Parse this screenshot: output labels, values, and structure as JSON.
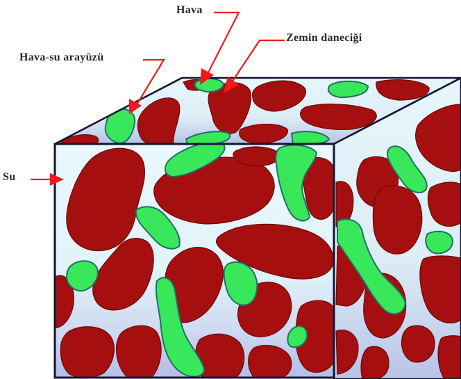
{
  "labels": {
    "air": "Hava",
    "soil_particle": "Zemin daneciği",
    "air_water_interface": "Hava-su arayüzü",
    "water": "Su"
  },
  "colors": {
    "soil_particle": "#a50f0f",
    "particle_outline": "#6e0808",
    "air_pocket": "#38e85a",
    "air_outline": "#1f6f6a",
    "water_light": "#e4f5fb",
    "water_deep": "#b6bfe8",
    "arrow": "#f01818",
    "cube_edge": "#141432"
  }
}
